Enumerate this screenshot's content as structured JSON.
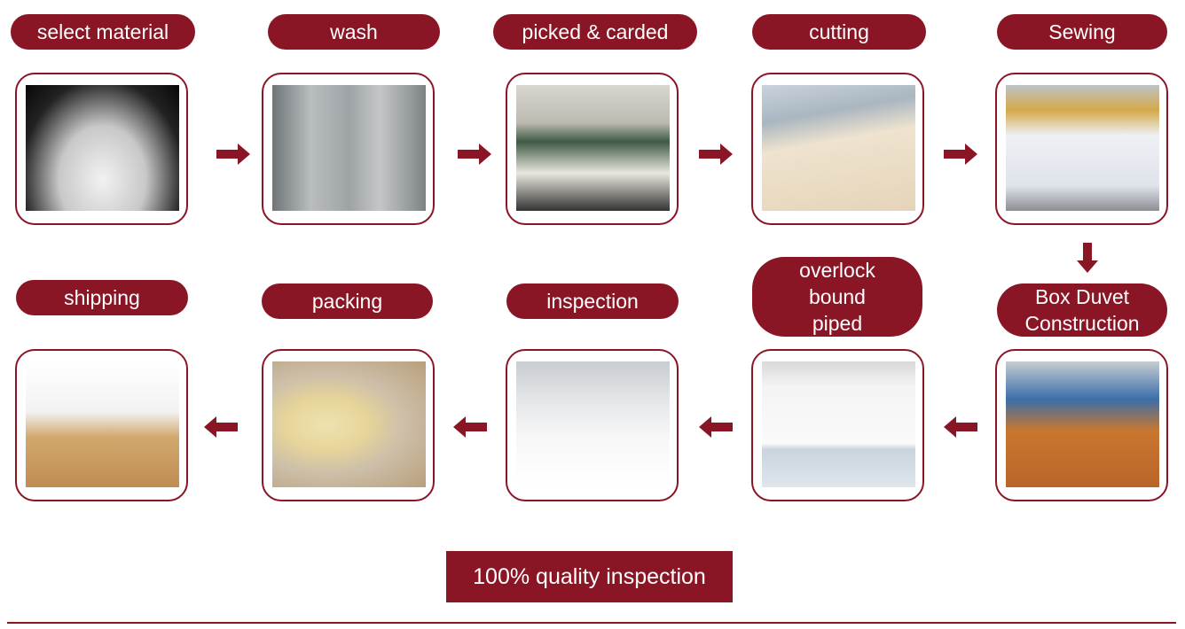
{
  "accent": "#8a1525",
  "steps": [
    {
      "label": "select material"
    },
    {
      "label": "wash"
    },
    {
      "label": "picked & carded"
    },
    {
      "label": "cutting"
    },
    {
      "label": "Sewing"
    },
    {
      "label": "Box Duvet\nConstruction"
    },
    {
      "label": "overlock\nbound\npiped"
    },
    {
      "label": "inspection"
    },
    {
      "label": "packing"
    },
    {
      "label": "shipping"
    }
  ],
  "footer": {
    "quality_label": "100% quality inspection"
  }
}
